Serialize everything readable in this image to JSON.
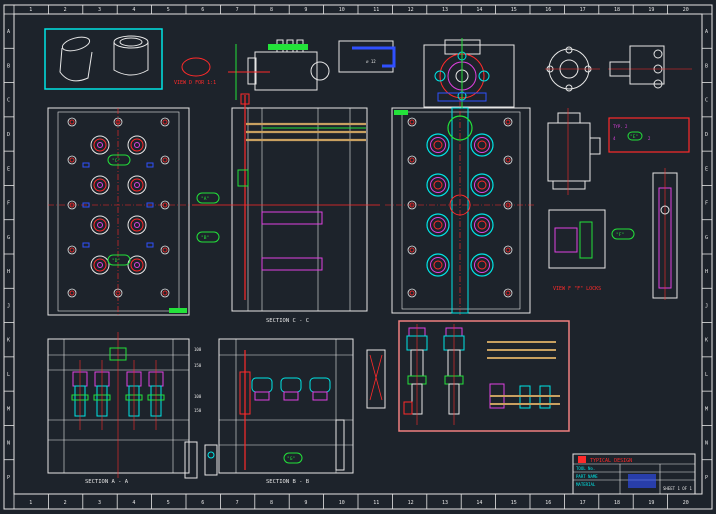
{
  "sheet": {
    "columns": [
      "1",
      "2",
      "3",
      "4",
      "5",
      "6",
      "7",
      "8",
      "9",
      "10",
      "11",
      "12",
      "13",
      "14",
      "15",
      "16",
      "17",
      "18",
      "19",
      "20"
    ],
    "rows": [
      "A",
      "B",
      "C",
      "D",
      "E",
      "F",
      "G",
      "H",
      "J",
      "K",
      "L",
      "M",
      "N",
      "P"
    ]
  },
  "labels": {
    "view_d": "VIEW D FOR 1:1",
    "section_cc": "SECTION C - C",
    "section_aa": "SECTION A - A",
    "section_bb": "SECTION B - B",
    "view_f": "VIEW F \"F\" LOCKS",
    "callout_a": "\"A\"",
    "callout_b": "\"B\"",
    "callout_c": "\"C\"",
    "callout_d": "\"D\"",
    "callout_e": "\"E\"",
    "callout_f": "\"F\"",
    "callout_g": "\"G\"",
    "dim_1": "100",
    "dim_2": "150",
    "dim_3": "100",
    "dim_4": "150"
  },
  "title_block": {
    "company": "TYPICAL DESIGN",
    "row1": "TOOL No.",
    "row2": "PART NAME",
    "row3": "MATERIAL",
    "sheet": "SHEET 1 OF 1"
  },
  "colors": {
    "background": "#1d232b",
    "frame": "#e6e6e6",
    "cyan": "#00e5e5",
    "red": "#ff2a2a",
    "green": "#23e23a",
    "magenta": "#e040e0",
    "yellow": "#e6e600",
    "blue": "#3050ff",
    "salmon": "#f08080"
  }
}
